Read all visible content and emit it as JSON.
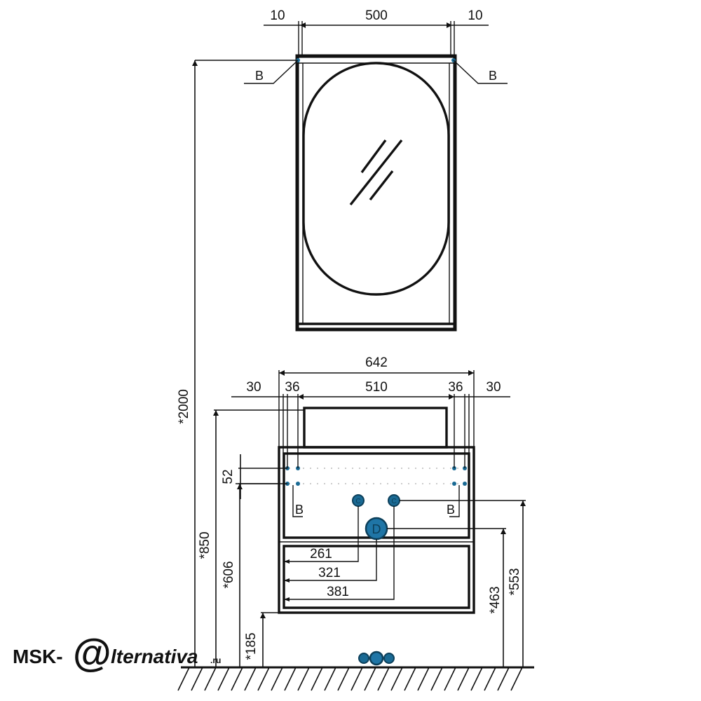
{
  "mirror": {
    "dim_left_gap": "10",
    "dim_width": "500",
    "dim_right_gap": "10",
    "mount_left": "B",
    "mount_right": "B"
  },
  "cabinet": {
    "dim_total_width": "642",
    "dim_left_outer": "30",
    "dim_left_inner": "36",
    "dim_inner_width": "510",
    "dim_right_inner": "36",
    "dim_right_outer": "30",
    "dim_rail_spacing": "52",
    "mount_left": "B",
    "mount_right": "B",
    "dim_c1_offset": "261",
    "dim_d_offset": "321",
    "dim_c2_offset": "381"
  },
  "heights": {
    "total": "*2000",
    "cabinet_top": "*850",
    "countertop": "*606",
    "cabinet_bottom": "*185",
    "drain_d": "*463",
    "supply_c": "*553"
  },
  "connectors": {
    "supply_label": "C",
    "drain_label": "D"
  },
  "watermark": {
    "prefix": "MSK-",
    "symbol": "@",
    "suffix": "lternativa",
    "tld": ".ru"
  },
  "colors": {
    "line": "#111111",
    "connector": "#1a6a94",
    "watermark": "#c8c8c8"
  }
}
